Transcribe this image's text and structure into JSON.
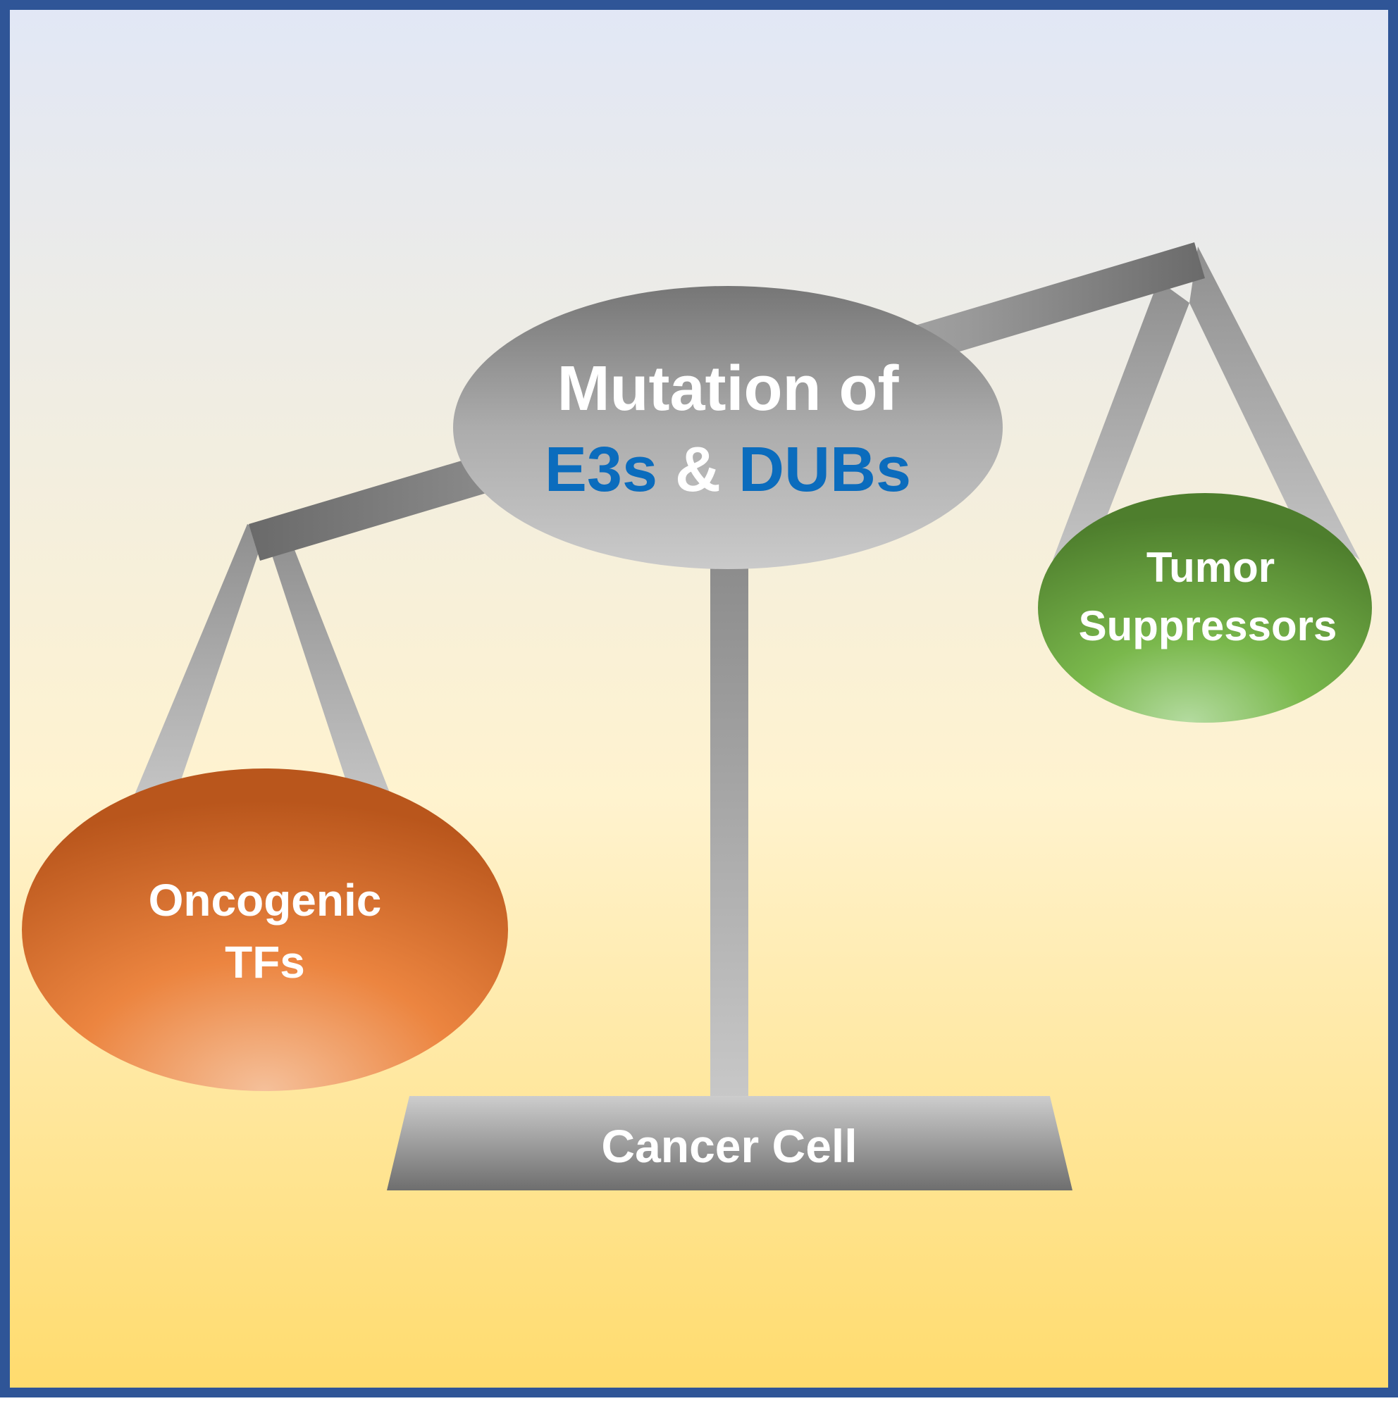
{
  "diagram": {
    "fulcrum_label_line1": "Mutation of",
    "fulcrum_label_line2_part1": "E3s",
    "fulcrum_label_line2_part2": " & ",
    "fulcrum_label_line2_part3": "DUBs",
    "left_pan_line1": "Oncogenic",
    "left_pan_line2": "TFs",
    "right_pan_line1": "Tumor",
    "right_pan_line2": "Suppressors",
    "base_label": "Cancer Cell"
  },
  "colors": {
    "frame": "#2f5597",
    "background_top": "#e1e7f6",
    "background_mid": "#fff3cf",
    "background_bottom": "#ffdb6c",
    "highlight_text": "#0b6cbd",
    "label_text": "#ffffff",
    "oncogenic_pan": "#e8803a",
    "tumor_suppressor_pan": "#72ae47",
    "scale_gray": "#a6a6a6"
  }
}
